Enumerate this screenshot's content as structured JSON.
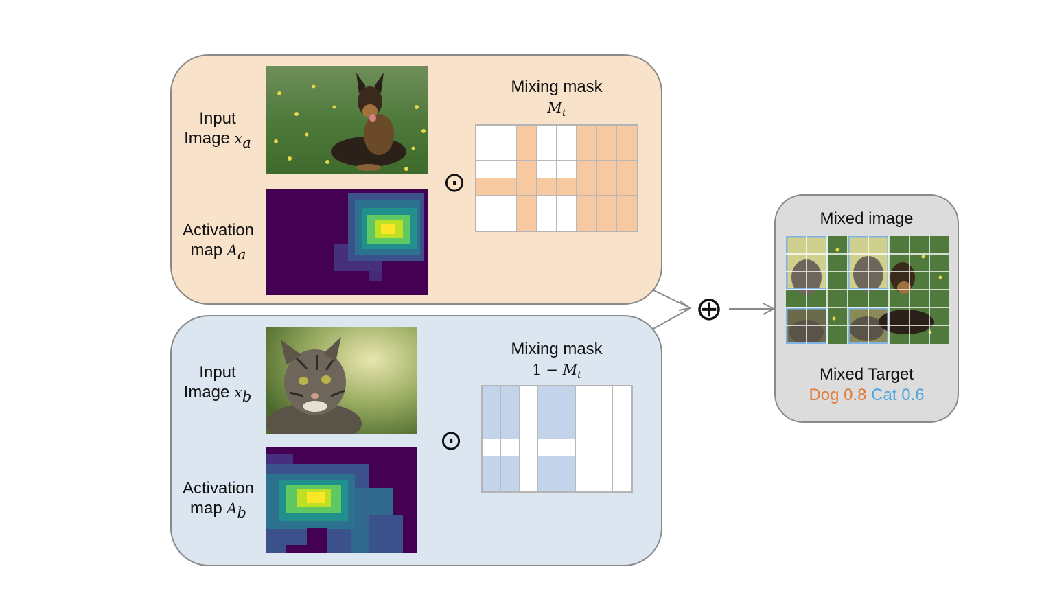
{
  "panel_a": {
    "input_label_line1": "Input",
    "input_label_line2": "Image",
    "input_var": "x",
    "input_sub": "a",
    "act_label_line1": "Activation",
    "act_label_line2": "map",
    "act_var": "A",
    "act_sub": "a",
    "mask_title": "Mixing mask",
    "mask_var": "M",
    "mask_sub": "t",
    "operator": "⊙",
    "mask_fill_color": "#f6c9a0",
    "mask_cells": [
      [
        0,
        0,
        1,
        0,
        0,
        1,
        1,
        1
      ],
      [
        0,
        0,
        1,
        0,
        0,
        1,
        1,
        1
      ],
      [
        0,
        0,
        1,
        0,
        0,
        1,
        1,
        1
      ],
      [
        1,
        1,
        1,
        1,
        1,
        1,
        1,
        1
      ],
      [
        0,
        0,
        1,
        0,
        0,
        1,
        1,
        1
      ],
      [
        0,
        0,
        1,
        0,
        0,
        1,
        1,
        1
      ]
    ]
  },
  "panel_b": {
    "input_label_line1": "Input",
    "input_label_line2": "Image",
    "input_var": "x",
    "input_sub": "b",
    "act_label_line1": "Activation",
    "act_label_line2": "map",
    "act_var": "A",
    "act_sub": "b",
    "mask_title": "Mixing mask",
    "mask_prefix": "1 − ",
    "mask_var": "M",
    "mask_sub": "t",
    "operator": "⊙",
    "mask_fill_color": "#c3d3e9",
    "mask_cells": [
      [
        1,
        1,
        0,
        1,
        1,
        0,
        0,
        0
      ],
      [
        1,
        1,
        0,
        1,
        1,
        0,
        0,
        0
      ],
      [
        1,
        1,
        0,
        1,
        1,
        0,
        0,
        0
      ],
      [
        0,
        0,
        0,
        0,
        0,
        0,
        0,
        0
      ],
      [
        1,
        1,
        0,
        1,
        1,
        0,
        0,
        0
      ],
      [
        1,
        1,
        0,
        1,
        1,
        0,
        0,
        0
      ]
    ]
  },
  "combine_operator": "⊕",
  "mixed": {
    "title": "Mixed image",
    "target_title": "Mixed Target",
    "dog_label": "Dog 0.8",
    "cat_label": "Cat 0.6",
    "dog_color": "#e07b39",
    "cat_color": "#4da3e0"
  }
}
